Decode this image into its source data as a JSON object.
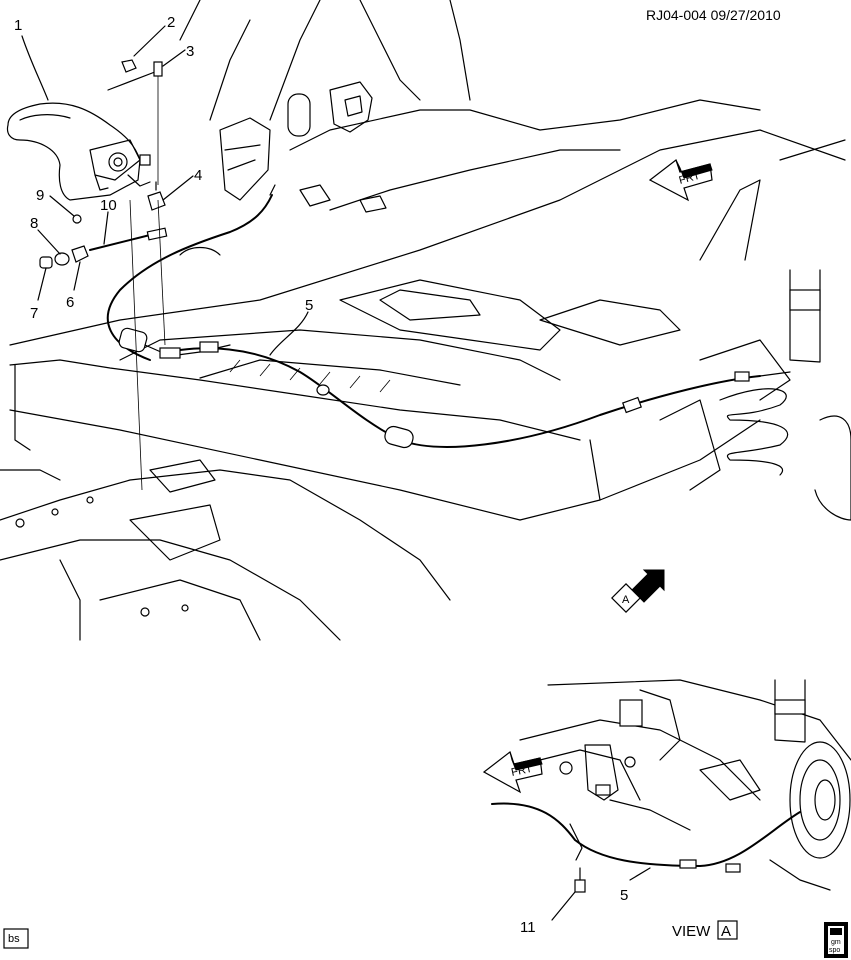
{
  "header": {
    "code": "RJ04-004  09/27/2010"
  },
  "callouts": {
    "c1": "1",
    "c2": "2",
    "c3": "3",
    "c4": "4",
    "c5": "5",
    "c6": "6",
    "c7": "7",
    "c8": "8",
    "c9": "9",
    "c10": "10",
    "c5b": "5",
    "c11": "11"
  },
  "arrows": {
    "frt": "FRT",
    "view_letter": "A"
  },
  "view_label": {
    "text": "VIEW",
    "letter": "A"
  },
  "footer": {
    "badge": "bs",
    "logo_top": "gm",
    "logo_bottom": "spo"
  }
}
